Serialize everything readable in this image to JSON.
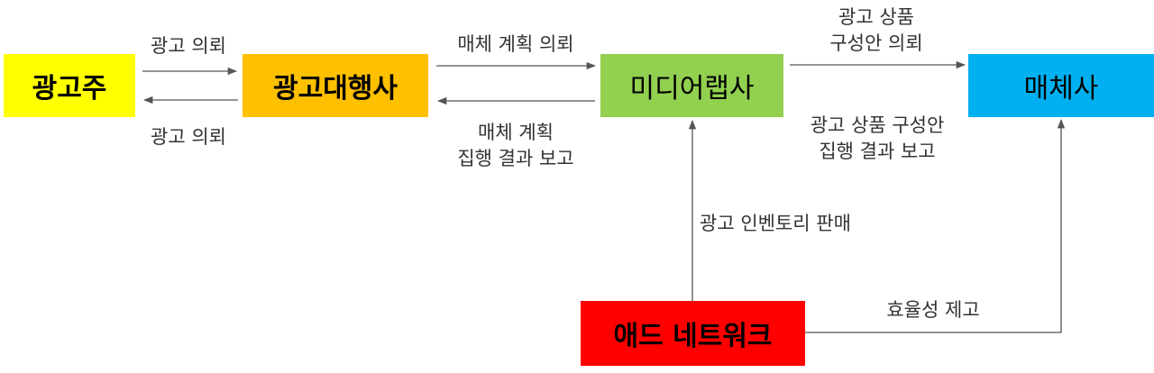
{
  "nodes": {
    "advertiser": {
      "label": "광고주",
      "color": "#ffff00"
    },
    "agency": {
      "label": "광고대행사",
      "color": "#ffc000"
    },
    "media_rep": {
      "label": "미디어랩사",
      "color": "#92d050"
    },
    "media": {
      "label": "매체사",
      "color": "#00b0f0"
    },
    "ad_network": {
      "label": "애드 네트워크",
      "color": "#ff0000"
    }
  },
  "edges": {
    "advertiser_to_agency": "광고 의뢰",
    "agency_to_advertiser": "광고 의뢰",
    "agency_to_media_rep": "매체 계획 의뢰",
    "media_rep_to_agency": [
      "매체 계획",
      "집행 결과 보고"
    ],
    "media_rep_to_media": [
      "광고 상품",
      "구성안 의뢰"
    ],
    "media_to_media_rep": [
      "광고 상품 구성안",
      "집행 결과 보고"
    ],
    "network_to_media_rep": "광고 인벤토리 판매",
    "network_to_media": "효율성 제고"
  }
}
